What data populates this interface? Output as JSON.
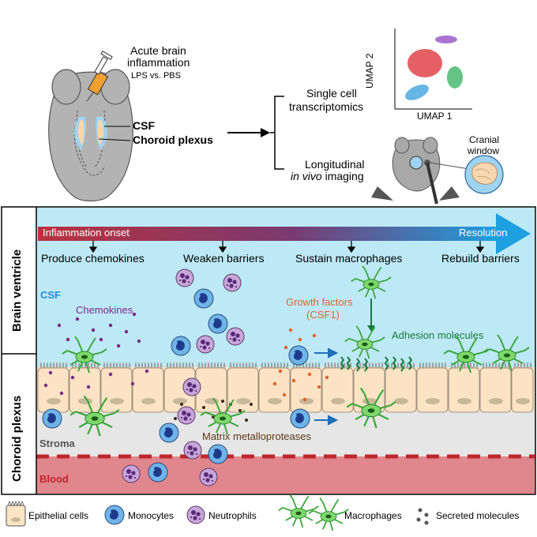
{
  "top": {
    "acute_line1": "Acute brain",
    "acute_line2": "inflammation",
    "acute_line3": "LPS vs. PBS",
    "csf_label": "CSF",
    "cp_label": "Choroid plexus",
    "single_cell_line1": "Single cell",
    "single_cell_line2": "transcriptomics",
    "umap1": "UMAP 1",
    "umap2": "UMAP 2",
    "longitudinal_line1": "Longitudinal",
    "longitudinal_line2a": "in vivo",
    "longitudinal_line2b": " imaging",
    "cranial_line1": "Cranial",
    "cranial_line2": "window"
  },
  "panel": {
    "side_brain": "Brain ventricle",
    "side_cp": "Choroid plexus",
    "onset": "Inflammation onset",
    "resolution": "Resolution",
    "steps": [
      "Produce chemokines",
      "Weaken barriers",
      "Sustain macrophages",
      "Rebuild barriers"
    ],
    "csf": "CSF",
    "chemokines": "Chemokines",
    "growth1": "Growth factors",
    "growth2": "(CSF1)",
    "adhesion": "Adhesion molecules",
    "stroma": "Stroma",
    "mmp": "Matrix metalloproteases",
    "blood": "Blood"
  },
  "legend": {
    "epithelial": "Epithelial cells",
    "monocytes": "Monocytes",
    "neutrophils": "Neutrophils",
    "macrophages": "Macrophages",
    "secreted": "Secreted molecules"
  },
  "colors": {
    "csf_blue": "#bde9f7",
    "stroma_grey": "#e6e6e6",
    "blood_red": "#e0868d",
    "blood_dash": "#c0272d",
    "epithelial": "#fbe3c4",
    "monocyte": "#6fb4e8",
    "neutrophil": "#b489c8",
    "macrophage": "#7ed86b",
    "chemokine": "#7a2a87",
    "growth": "#e2622a",
    "adhesion": "#1a7a3a",
    "mmp": "#3a2a1a",
    "gradient_start": "#b8323e",
    "gradient_end": "#1e9fe0"
  }
}
